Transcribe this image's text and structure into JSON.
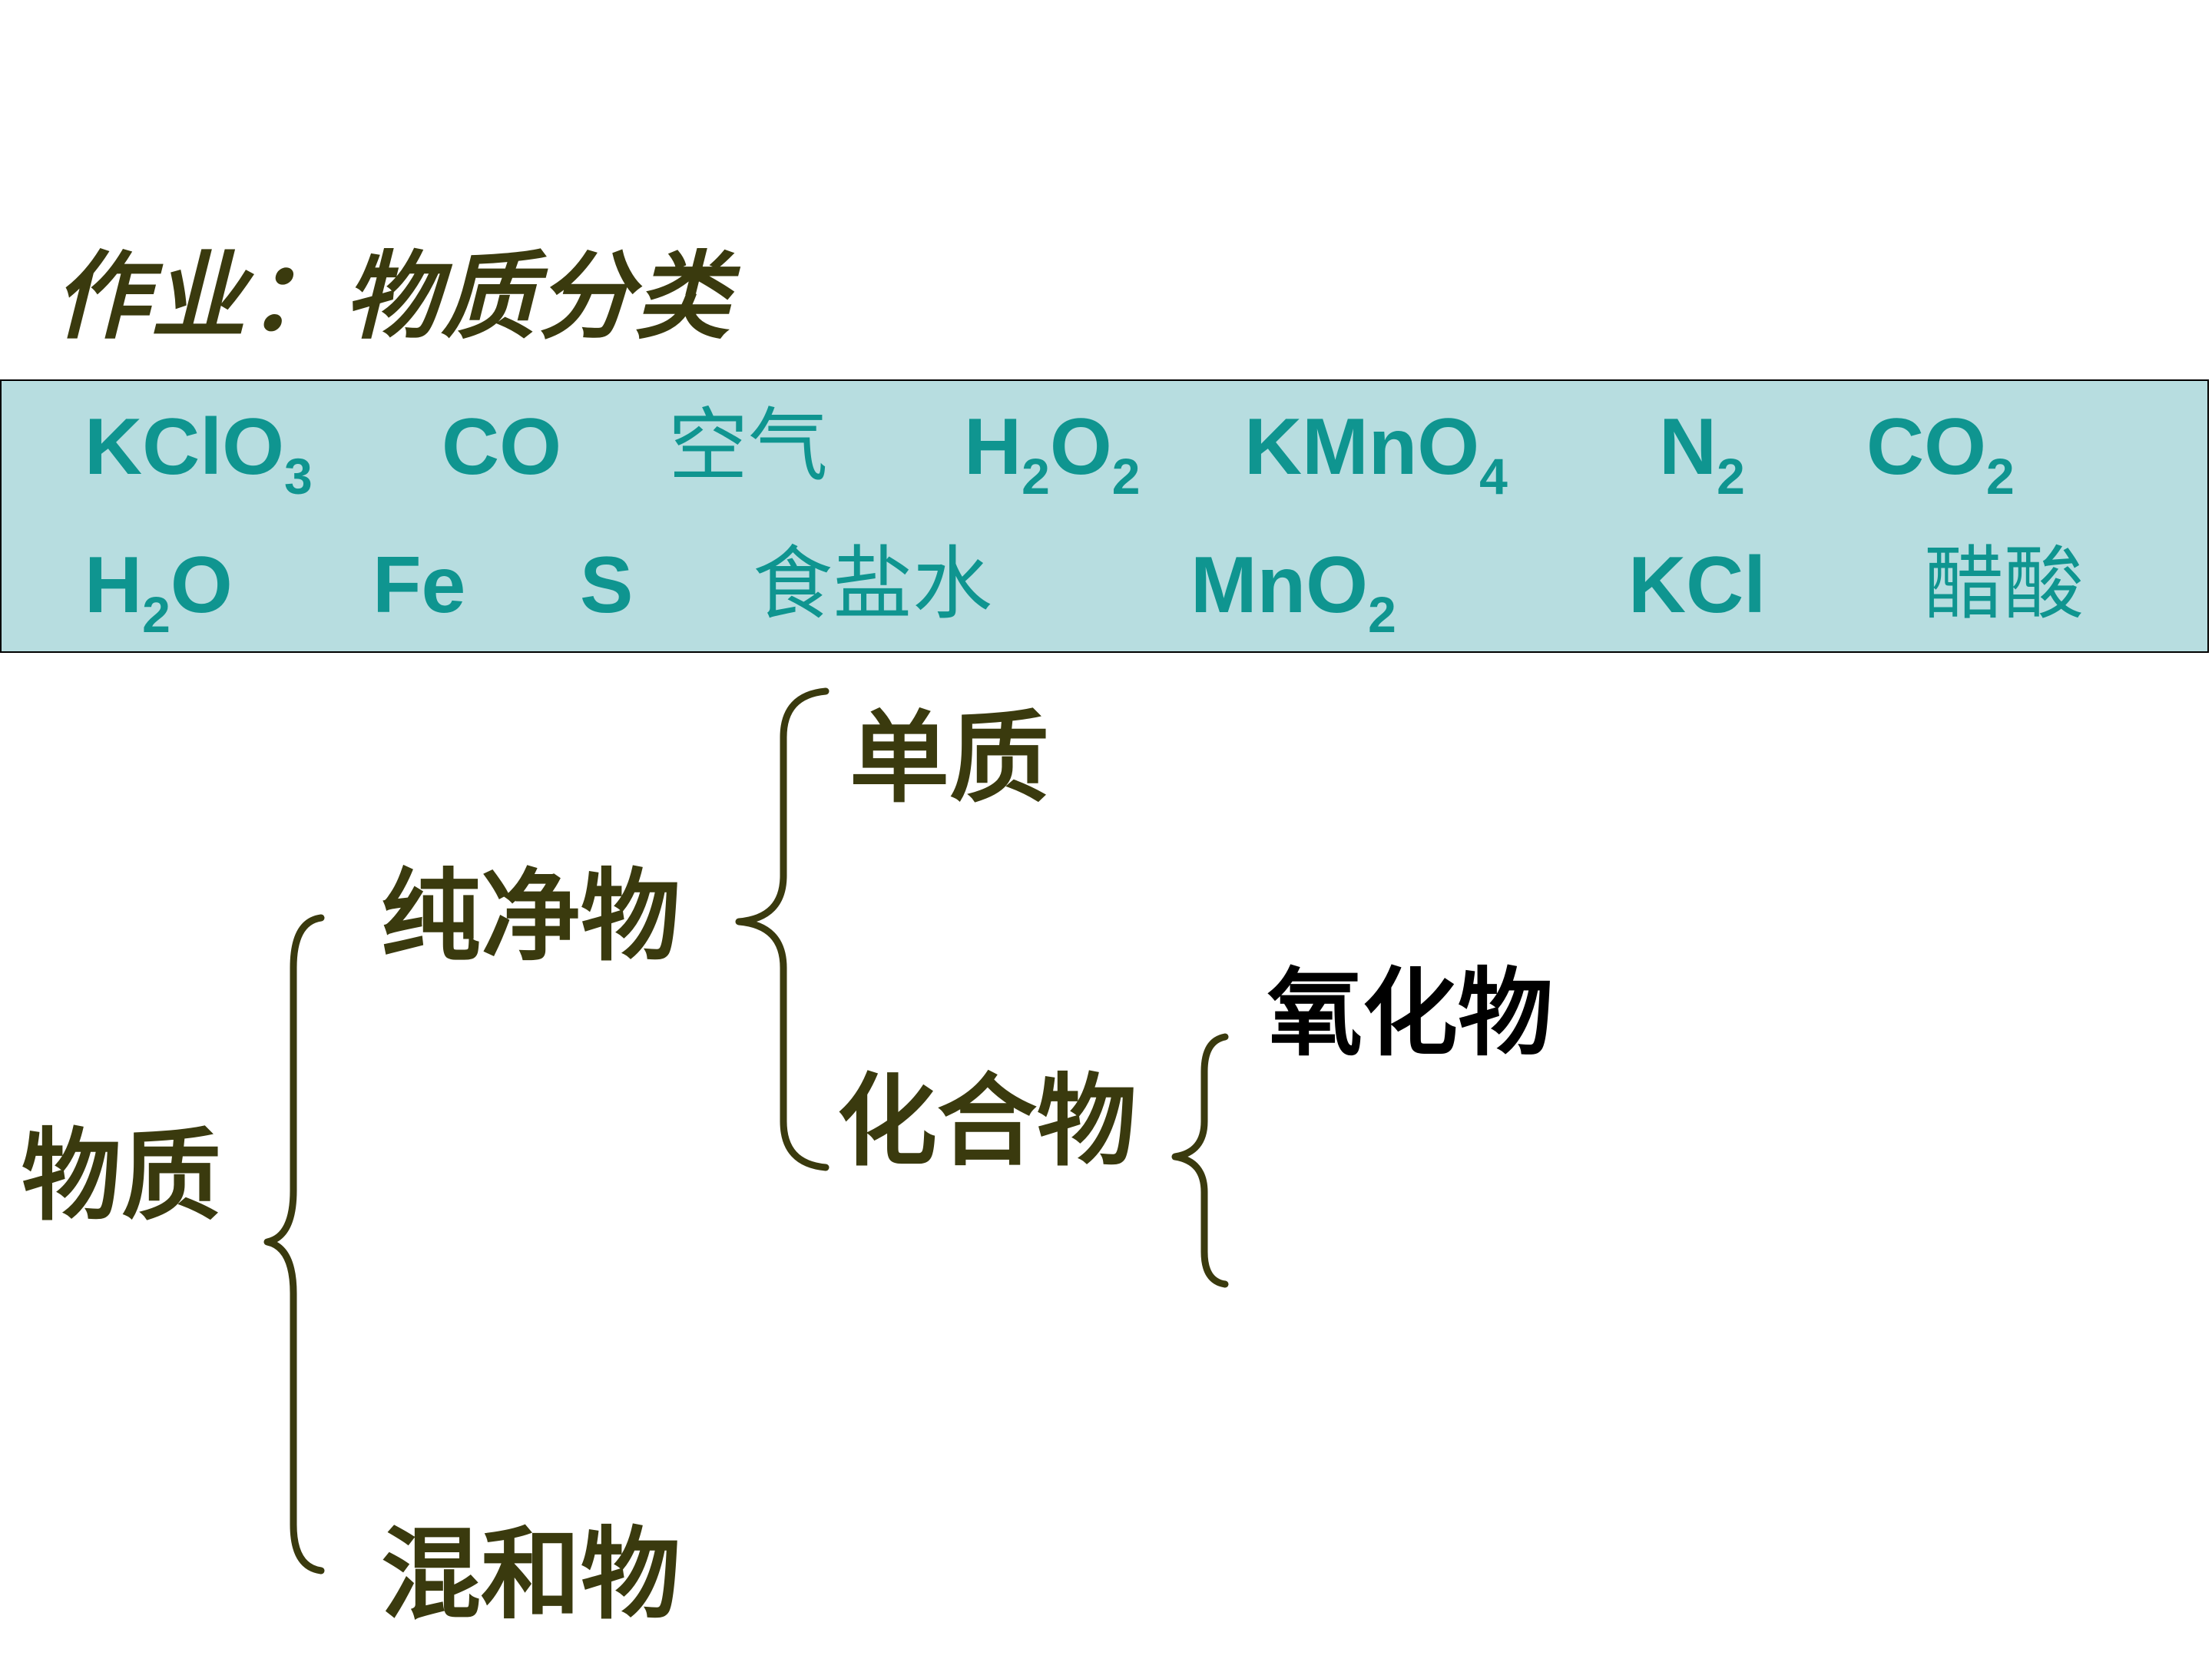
{
  "title": "作业：物质分类",
  "formulas": {
    "row1": [
      {
        "base": "KClO",
        "sub": "3"
      },
      {
        "base": "CO",
        "sub": ""
      },
      {
        "base": "空气",
        "sub": ""
      },
      {
        "base": "H",
        "sub": "2",
        "base2": "O",
        "sub2": "2"
      },
      {
        "base": "KMnO",
        "sub": "4"
      },
      {
        "base": "N",
        "sub": "2"
      },
      {
        "base": "CO",
        "sub": "2"
      }
    ],
    "row2": [
      {
        "base": "H",
        "sub": "2",
        "base2": "O",
        "sub2": ""
      },
      {
        "base": "Fe",
        "sub": ""
      },
      {
        "base": "S",
        "sub": ""
      },
      {
        "base": "食盐水",
        "sub": ""
      },
      {
        "base": "MnO",
        "sub": "2"
      },
      {
        "base": "KCl",
        "sub": ""
      },
      {
        "base": "醋酸",
        "sub": ""
      }
    ]
  },
  "tree": {
    "root": "物质",
    "pure": "纯净物",
    "mixture": "混和物",
    "element": "单质",
    "compound": "化合物",
    "oxide": "氧化物"
  },
  "colors": {
    "title": "#3a3a0e",
    "box_bg": "#b7dde0",
    "formula": "#0f9590",
    "tree": "#3a3a0e"
  }
}
